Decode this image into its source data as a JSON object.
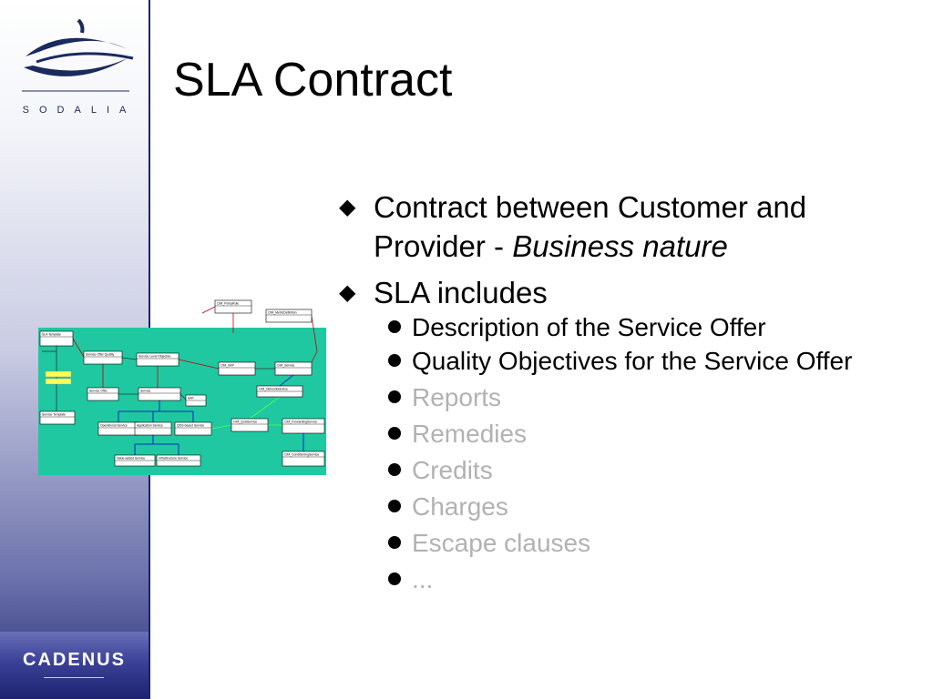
{
  "slide": {
    "title": "SLA Contract",
    "bullets": [
      {
        "text": "Contract between Customer and Provider - ",
        "emphasis": "Business nature"
      },
      {
        "text": "SLA includes"
      }
    ],
    "sub_bullets": [
      {
        "text": "Description of the Service Offer",
        "state": "active"
      },
      {
        "text": "Quality Objectives for the Service Offer",
        "state": "active"
      },
      {
        "text": "Reports",
        "state": "dimmed"
      },
      {
        "text": "Remedies",
        "state": "dimmed"
      },
      {
        "text": "Credits",
        "state": "dimmed"
      },
      {
        "text": "Charges",
        "state": "dimmed"
      },
      {
        "text": "Escape clauses",
        "state": "dimmed"
      },
      {
        "text": "...",
        "state": "dimmed"
      }
    ]
  },
  "logos": {
    "top": "SODALIA",
    "bottom": "CADENUS"
  },
  "diagram": {
    "boxes": [
      {
        "id": "sla-template",
        "label": "SLA Template"
      },
      {
        "id": "service-template",
        "label": "Service Template"
      },
      {
        "id": "service-offer-quality",
        "label": "Service Offer Quality"
      },
      {
        "id": "service-level-objective",
        "label": "Service Level Objective"
      },
      {
        "id": "service-offer",
        "label": "Service Offer"
      },
      {
        "id": "service",
        "label": "Service"
      },
      {
        "id": "sap",
        "label": "SAP"
      },
      {
        "id": "operational-service",
        "label": "Operational Service"
      },
      {
        "id": "application-service",
        "label": "Application Service"
      },
      {
        "id": "qos-based-service",
        "label": "QOS-based Service"
      },
      {
        "id": "value-added-service",
        "label": "Value-added Service"
      },
      {
        "id": "infrastructure-service",
        "label": "Infrastructure Service"
      },
      {
        "id": "cim-policyrule",
        "label": "CIM_PolicyRule"
      },
      {
        "id": "cim-metricdefinition",
        "label": "CIM_MetricDefinition"
      },
      {
        "id": "cim-sap",
        "label": "CIM_SAP"
      },
      {
        "id": "cim-service",
        "label": "CIM_Service"
      },
      {
        "id": "cim-networkservice",
        "label": "CIM_NetworkService"
      },
      {
        "id": "cim-qosservice",
        "label": "CIM_QoSService"
      },
      {
        "id": "cim-forwardingservice",
        "label": "CIM_ForwardingService"
      },
      {
        "id": "cim-conditioningservice",
        "label": "CIM_ConditioningService"
      }
    ],
    "colors": {
      "background": "#1fc8a0",
      "box_fill": "#ffffff",
      "box_border": "#000000",
      "highlight": "#ffff55",
      "link_red": "#c00000",
      "link_blue": "#0000cc",
      "link_green": "#55ff55",
      "link_dark": "#333333"
    }
  }
}
